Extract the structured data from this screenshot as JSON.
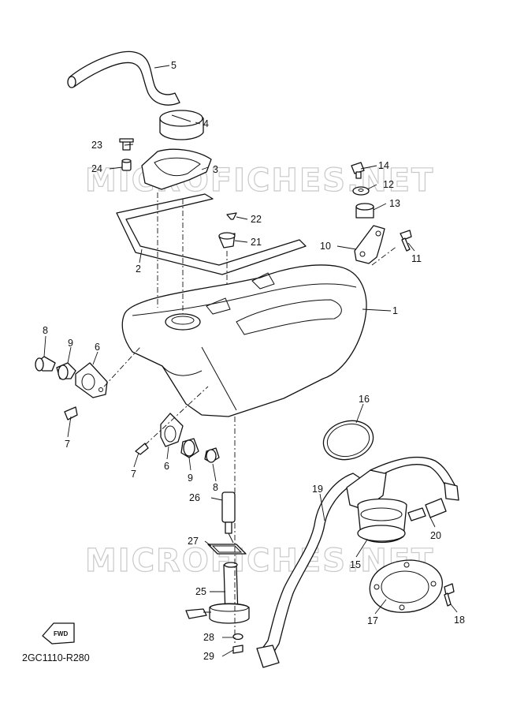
{
  "watermark": "MICROFICHES.NET",
  "diagram_code": "2GC1110-R280",
  "fwd_label": "FWD",
  "callouts": {
    "c1": "1",
    "c2": "2",
    "c3": "3",
    "c4": "4",
    "c5": "5",
    "c6a": "6",
    "c6b": "6",
    "c7a": "7",
    "c7b": "7",
    "c8a": "8",
    "c8b": "8",
    "c9a": "9",
    "c9b": "9",
    "c10": "10",
    "c11": "11",
    "c12": "12",
    "c13": "13",
    "c14": "14",
    "c15": "15",
    "c16": "16",
    "c17": "17",
    "c18": "18",
    "c19": "19",
    "c20": "20",
    "c21": "21",
    "c22": "22",
    "c23": "23",
    "c24": "24",
    "c25": "25",
    "c26": "26",
    "c27": "27",
    "c28": "28",
    "c29": "29"
  }
}
